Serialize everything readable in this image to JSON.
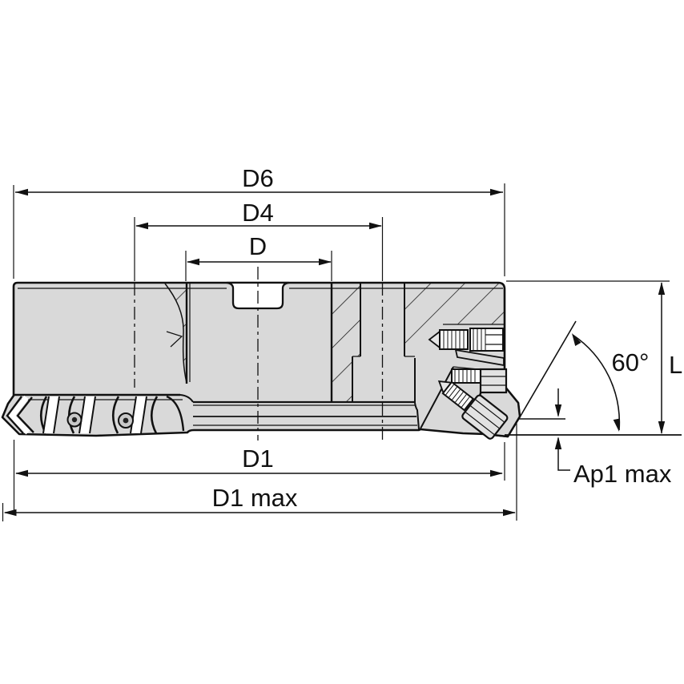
{
  "drawing": {
    "type": "technical-drawing",
    "subject": "face-mill cutter cross-section with dimension annotations",
    "labels": {
      "d6": "D6",
      "d4": "D4",
      "d": "D",
      "d1": "D1",
      "d1_max": "D1 max",
      "lead_angle": "60°",
      "length": "L",
      "ap1_max": "Ap1 max"
    },
    "colors": {
      "background": "#ffffff",
      "body_fill": "#d9d9d9",
      "line": "#111111",
      "void_fill": "#ffffff",
      "screw_fill": "#e6e6e6",
      "head_fill": "#e2e2e2",
      "insert_screw_fill": "#c9c9c9"
    }
  }
}
